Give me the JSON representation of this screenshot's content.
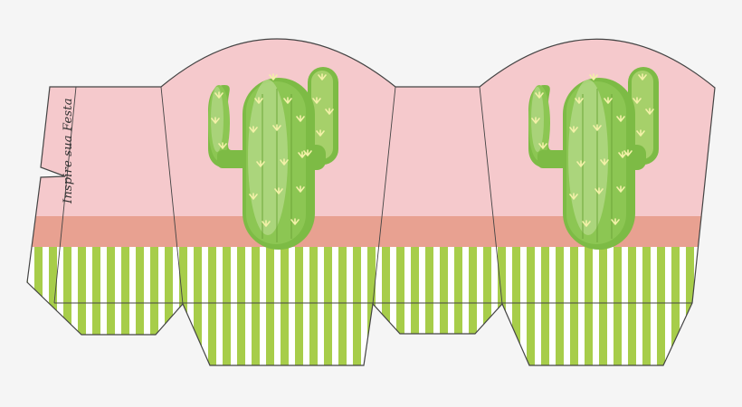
{
  "template": {
    "brand_text": "Inspire sua Festa",
    "theme": "cactus",
    "colors": {
      "background": "#f5f5f5",
      "pink": "#f5c9cc",
      "salmon": "#e8a191",
      "stripe_green": "#a7cd4a",
      "stripe_white": "#ffffff",
      "cactus_dark": "#6fb33a",
      "cactus_mid": "#8cc653",
      "cactus_light": "#b5d98a",
      "spine": "#f3f1a8",
      "outline": "#444444"
    },
    "panels": [
      {
        "name": "glue-flap",
        "has_text": true
      },
      {
        "name": "front-panel",
        "shape": "arched",
        "has_cactus": true
      },
      {
        "name": "side-panel",
        "shape": "flat"
      },
      {
        "name": "back-panel",
        "shape": "arched",
        "has_cactus": true
      }
    ]
  }
}
